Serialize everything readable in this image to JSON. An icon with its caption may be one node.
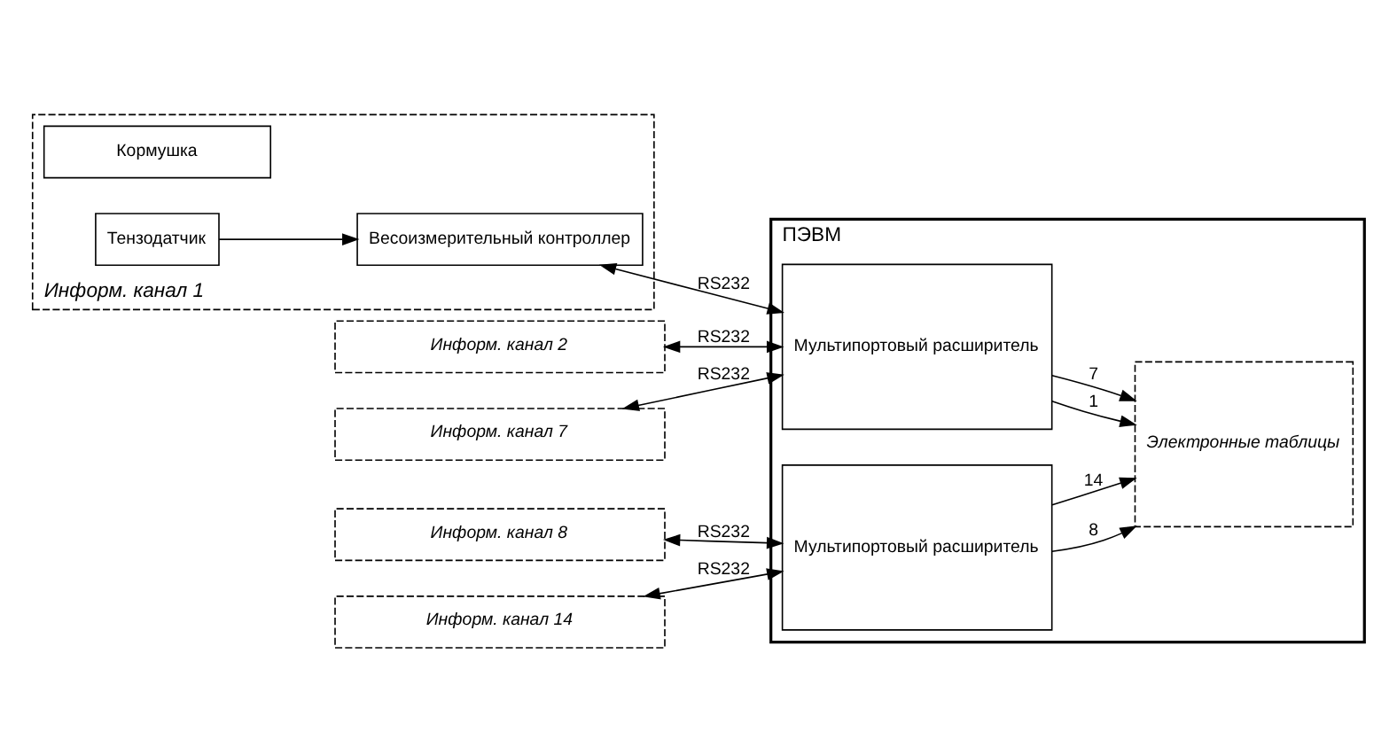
{
  "diagram": {
    "nodes": [
      {
        "text": [
          "Информ. канал 1"
        ]
      },
      {
        "text": [
          "Кормушка"
        ],
        "in": 0
      },
      {
        "text": [
          "Тензодатчик"
        ],
        "in": 0
      },
      {
        "text": [
          "Весоизмерительный контроллер"
        ],
        "in": 0
      },
      {
        "text": [
          "Информ. канал 2"
        ]
      },
      {
        "text": [
          "Информ. канал 7"
        ]
      },
      {
        "text": [
          "Информ. канал 8"
        ]
      },
      {
        "text": [
          "Информ. канал 14"
        ]
      },
      {
        "text": [
          "ПЭВМ"
        ]
      },
      {
        "text": [
          "Мультипортовый расширитель"
        ],
        "in": 8
      },
      {
        "text": [
          "Мультипортовый расширитель"
        ],
        "in": 8
      },
      {
        "text": [
          "Электронные таблицы"
        ],
        "in": 8
      }
    ],
    "edges": [
      {
        "from": 2,
        "to": 3,
        "arrow": "to"
      },
      {
        "from": 3,
        "to": 9,
        "arrow": "both",
        "label": "RS232"
      },
      {
        "from": 4,
        "to": 9,
        "arrow": "both",
        "label": "RS232"
      },
      {
        "from": 5,
        "to": 9,
        "arrow": "both",
        "label": "RS232"
      },
      {
        "from": 6,
        "to": 10,
        "arrow": "both",
        "label": "RS232"
      },
      {
        "from": 7,
        "to": 10,
        "arrow": "both",
        "label": "RS232"
      },
      {
        "from": 9,
        "to": 11,
        "arrow": "to",
        "label": "1"
      },
      {
        "from": 9,
        "to": 11,
        "arrow": "to",
        "label": "7"
      },
      {
        "from": 10,
        "to": 11,
        "arrow": "to",
        "label": "8"
      },
      {
        "from": 10,
        "to": 11,
        "arrow": "to",
        "label": "14"
      }
    ]
  }
}
